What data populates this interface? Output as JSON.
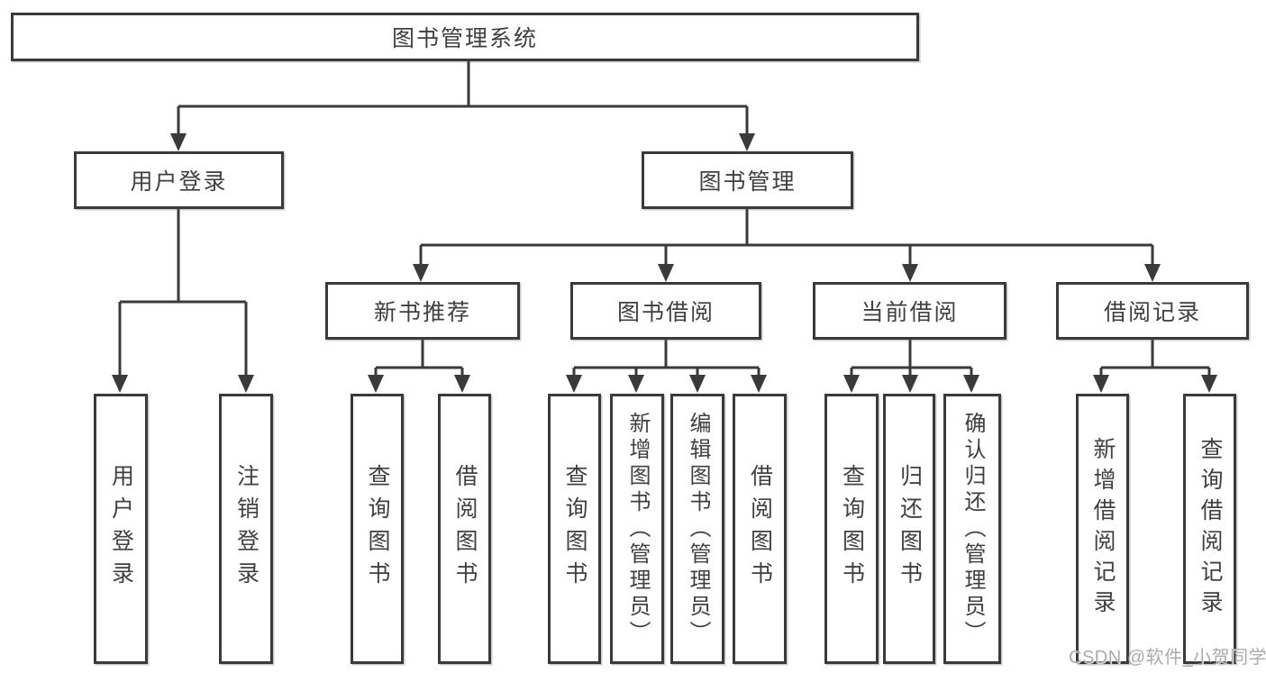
{
  "diagram": {
    "root": {
      "label": "图书管理系统"
    },
    "level2": [
      {
        "label": "用户登录"
      },
      {
        "label": "图书管理"
      }
    ],
    "level3": [
      {
        "label": "新书推荐"
      },
      {
        "label": "图书借阅"
      },
      {
        "label": "当前借阅"
      },
      {
        "label": "借阅记录"
      }
    ],
    "leaves": [
      {
        "label": "用户登录"
      },
      {
        "label": "注销登录"
      },
      {
        "label": "查询图书"
      },
      {
        "label": "借阅图书"
      },
      {
        "label": "查询图书"
      },
      {
        "label": "新增图书（管理员）"
      },
      {
        "label": "编辑图书（管理员）"
      },
      {
        "label": "借阅图书"
      },
      {
        "label": "查询图书"
      },
      {
        "label": "归还图书"
      },
      {
        "label": "确认归还（管理员）"
      },
      {
        "label": "新增借阅记录"
      },
      {
        "label": "查询借阅记录"
      }
    ]
  },
  "watermark": {
    "text": "CSDN @软件_小贺同学"
  },
  "colors": {
    "line": "#3a3a3a",
    "text": "#404040",
    "box_background": "#ffffff",
    "watermark": "#ababab",
    "background": "#ffffff"
  }
}
